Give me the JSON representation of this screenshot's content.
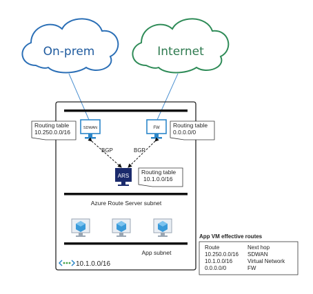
{
  "clouds": [
    {
      "label": "On-prem",
      "color": "#2b6fb6",
      "text_color": "#1e5a9e"
    },
    {
      "label": "Internet",
      "color": "#2e8b57",
      "text_color": "#2e7a4f"
    }
  ],
  "vnet": {
    "address": "10.1.0.0/16",
    "icon": "vnet-peering-icon"
  },
  "nva": [
    {
      "label": "SDWAN",
      "icon": "monitor-icon",
      "routing_table_title": "Routing table",
      "routing_table_prefix": "10.250.0.0/16"
    },
    {
      "label": "FW",
      "icon": "monitor-icon",
      "routing_table_title": "Routing table",
      "routing_table_prefix": "0.0.0.0/0"
    }
  ],
  "bgp_labels": [
    "BGP",
    "BGP"
  ],
  "ars": {
    "label": "ARS",
    "routing_table_title": "Routing table",
    "routing_table_prefix": "10.1.0.0/16",
    "subnet_label": "Azure Route Server subnet"
  },
  "app_subnet": {
    "label": "App subnet",
    "vm_icons": [
      "vm-cube-icon",
      "vm-cube-icon",
      "vm-cube-icon"
    ]
  },
  "effective_routes": {
    "title": "App VM effective routes",
    "headers": [
      "Route",
      "Next hop"
    ],
    "rows": [
      [
        "10.250.0.0/16",
        "SDWAN"
      ],
      [
        "10.1.0.0/16",
        "Virtual Network"
      ],
      [
        "0.0.0.0/0",
        "FW"
      ]
    ]
  },
  "colors": {
    "azure_blue": "#1e73be",
    "ars_navy": "#1a2a6c",
    "cube_blue": "#3a9ad9"
  }
}
